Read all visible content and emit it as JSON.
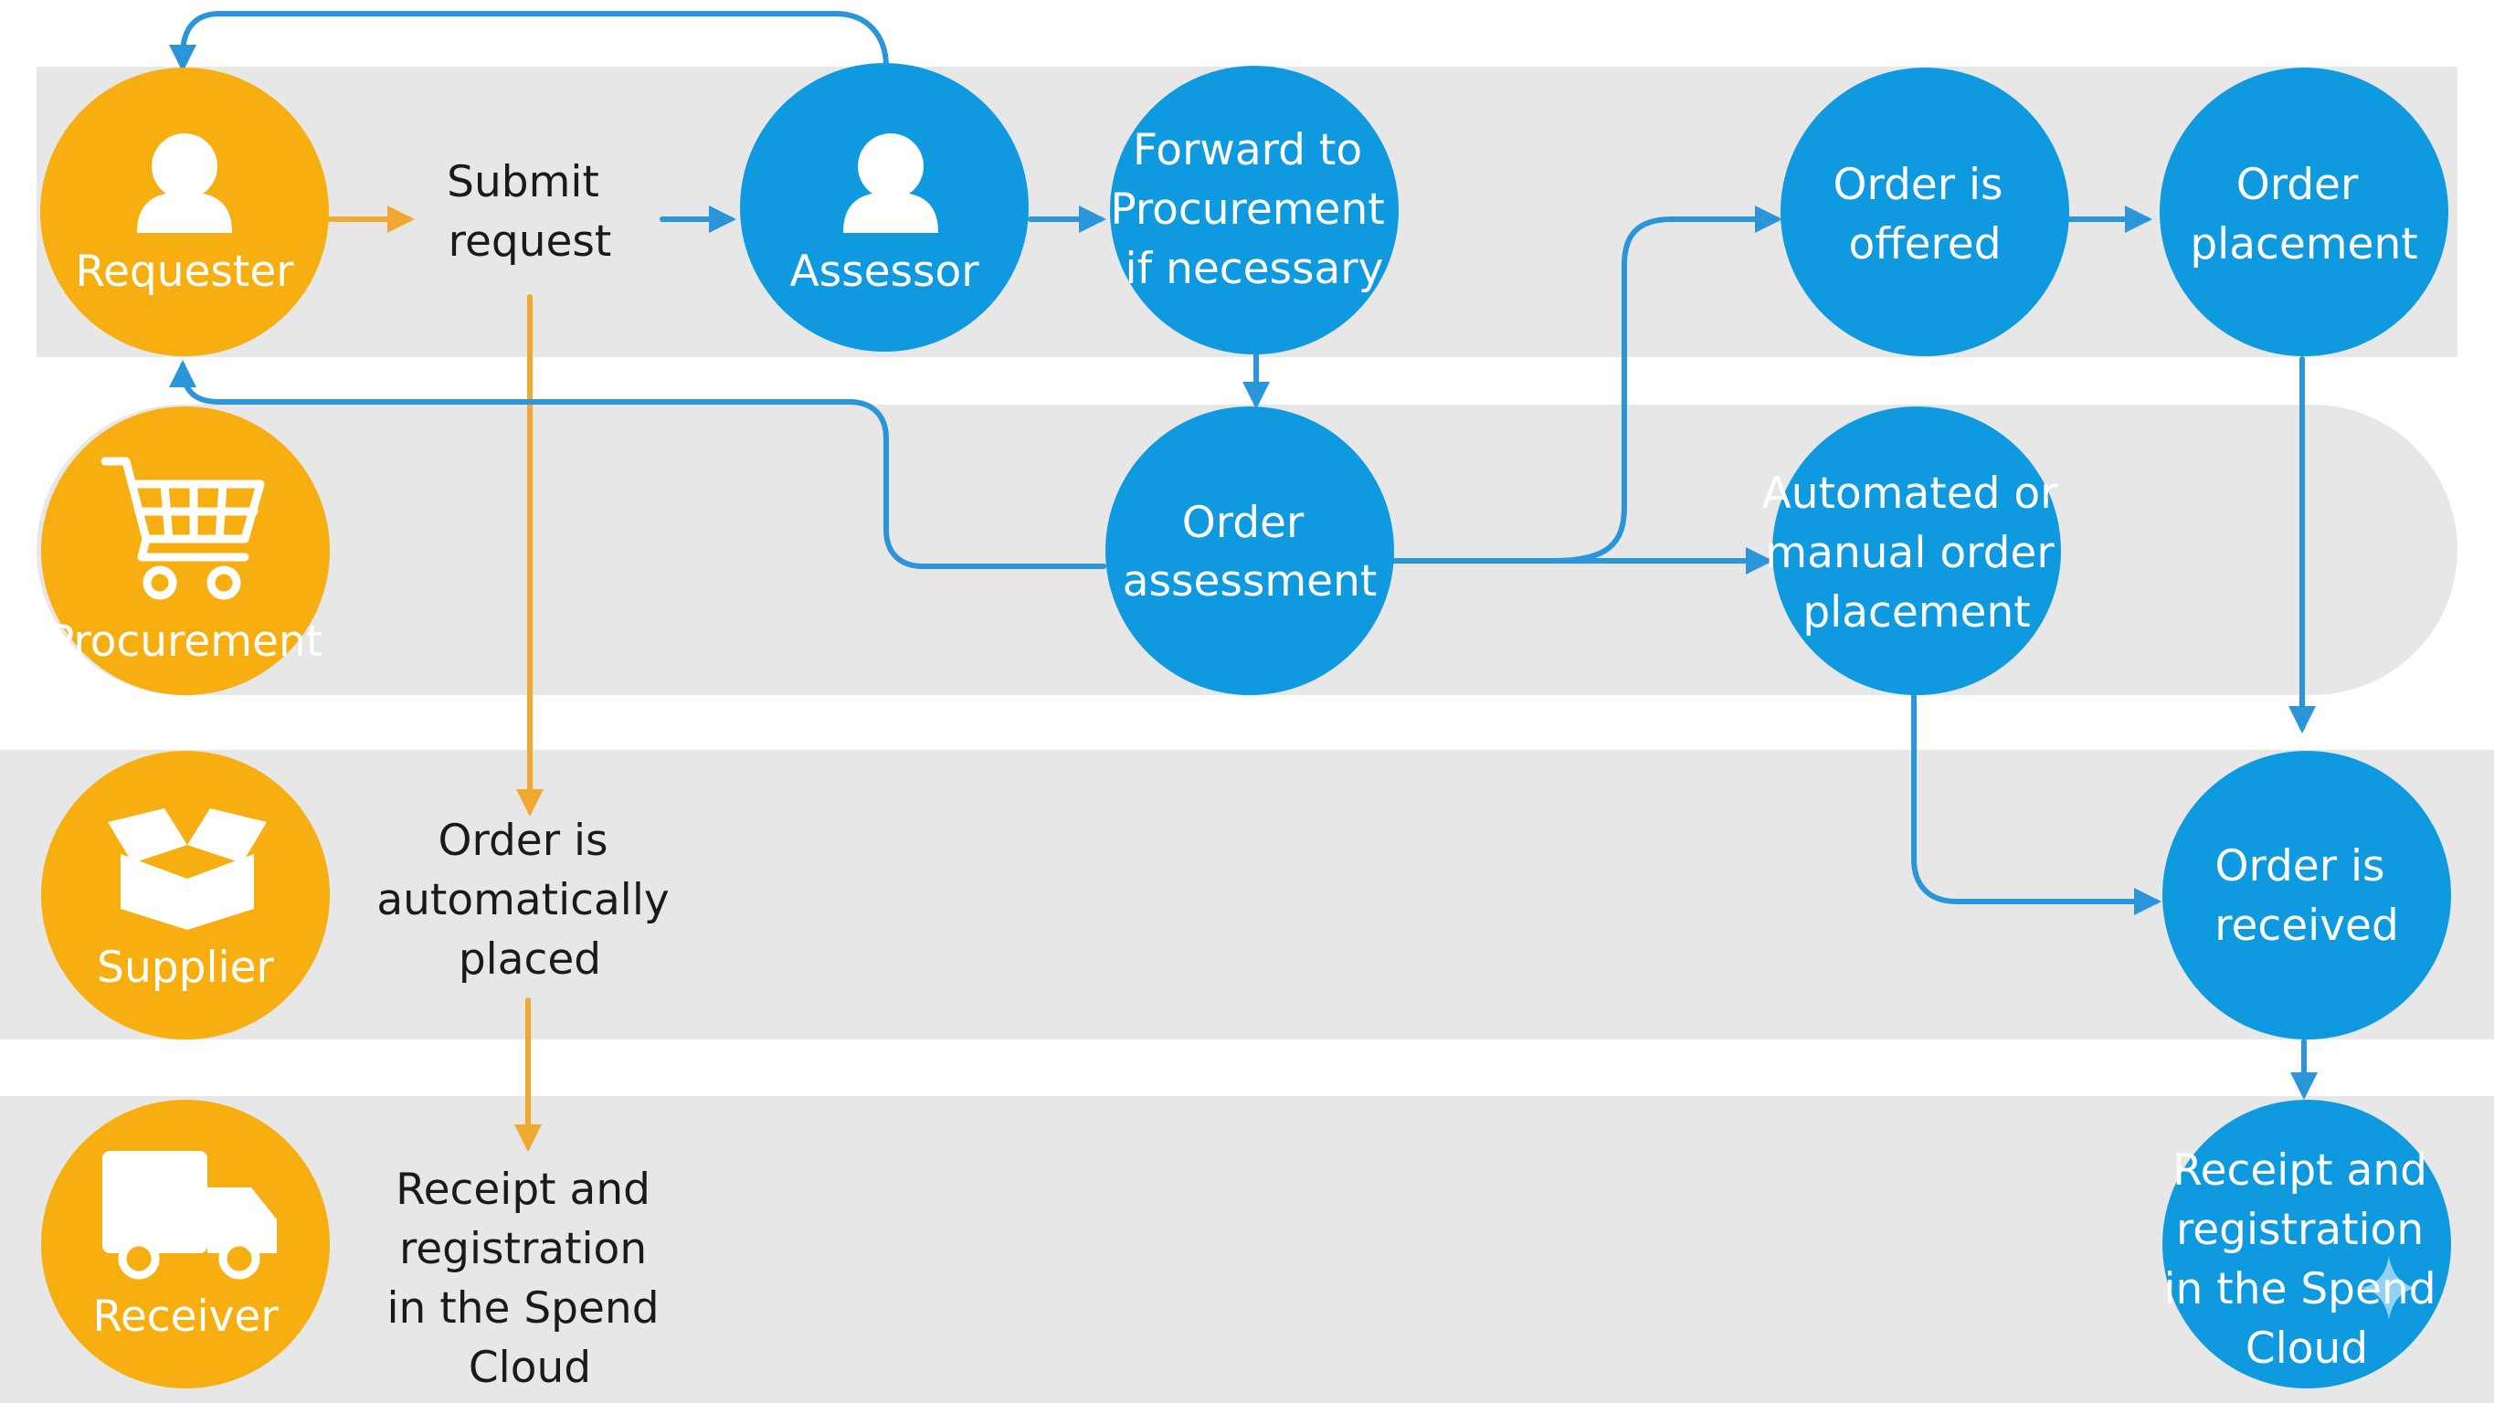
{
  "colors": {
    "lane": "#e7e7e7",
    "actor": "#f7ae10",
    "step": "#0f9ae0",
    "orange_arrow": "#f0a92e",
    "blue_arrow": "#2a95d8",
    "text_dark": "#1a1a1a"
  },
  "actors": {
    "requester": "Requester",
    "procurement": "Procurement",
    "supplier": "Supplier",
    "receiver": "Receiver"
  },
  "icons": {
    "requester": "person-icon",
    "assessor": "person-icon",
    "procurement": "shopping-cart-icon",
    "supplier": "open-box-icon",
    "receiver": "delivery-truck-icon"
  },
  "steps": {
    "submit_request": [
      "Submit",
      "request"
    ],
    "assessor": "Assessor",
    "forward_to_procurement": [
      "Forward to",
      "Procurement",
      "if necessary"
    ],
    "order_assessment": [
      "Order",
      "assessment"
    ],
    "order_offered": [
      "Order is",
      "offered"
    ],
    "order_placement": [
      "Order",
      "placement"
    ],
    "automated_manual": [
      "Automated or",
      "manual order",
      "placement"
    ],
    "order_received": [
      "Order is",
      "received"
    ],
    "receipt_right": [
      "Receipt and",
      "registration",
      "in the Spend",
      "Cloud"
    ],
    "auto_placed": [
      "Order is",
      "automatically",
      "placed"
    ],
    "receipt_left": [
      "Receipt and",
      "registration",
      "in the Spend",
      "Cloud"
    ]
  }
}
